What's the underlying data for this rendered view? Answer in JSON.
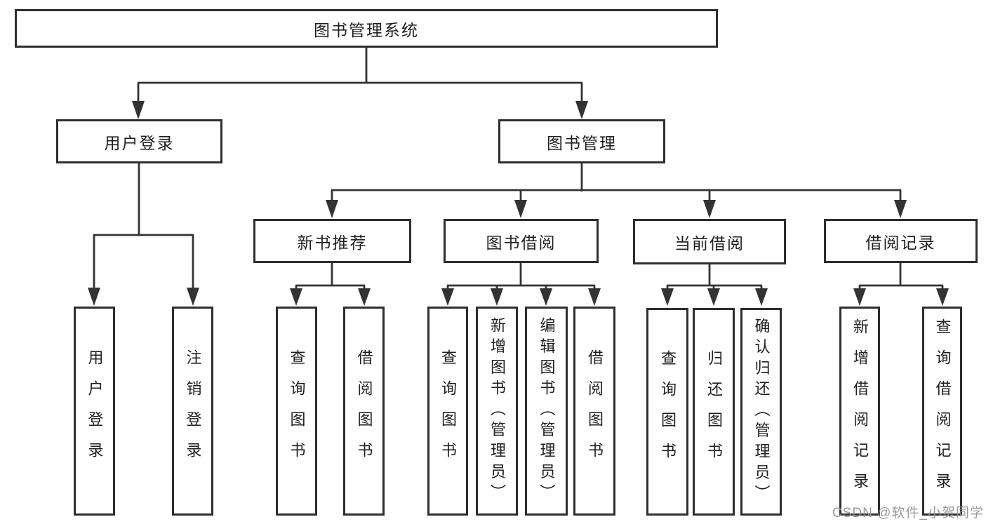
{
  "colors": {
    "line": "#333333",
    "box_border": "#2e2e2e",
    "box_background": "#ffffff",
    "text": "#1f1f1f",
    "watermark": "#949494"
  },
  "tree": {
    "label": "图书管理系统",
    "children": [
      {
        "label": "用户登录",
        "children": [
          {
            "label": "用户登录"
          },
          {
            "label": "注销登录"
          }
        ]
      },
      {
        "label": "图书管理",
        "children": [
          {
            "label": "新书推荐",
            "children": [
              {
                "label": "查询图书"
              },
              {
                "label": "借阅图书"
              }
            ]
          },
          {
            "label": "图书借阅",
            "children": [
              {
                "label": "查询图书"
              },
              {
                "label": "新增图书（管理员）"
              },
              {
                "label": "编辑图书（管理员）"
              },
              {
                "label": "借阅图书"
              }
            ]
          },
          {
            "label": "当前借阅",
            "children": [
              {
                "label": "查询图书"
              },
              {
                "label": "归还图书"
              },
              {
                "label": "确认归还（管理员）"
              }
            ]
          },
          {
            "label": "借阅记录",
            "children": [
              {
                "label": "新增借阅记录"
              },
              {
                "label": "查询借阅记录"
              }
            ]
          }
        ]
      }
    ]
  },
  "watermark": {
    "text": "CSDN @软件_小贺同学"
  }
}
